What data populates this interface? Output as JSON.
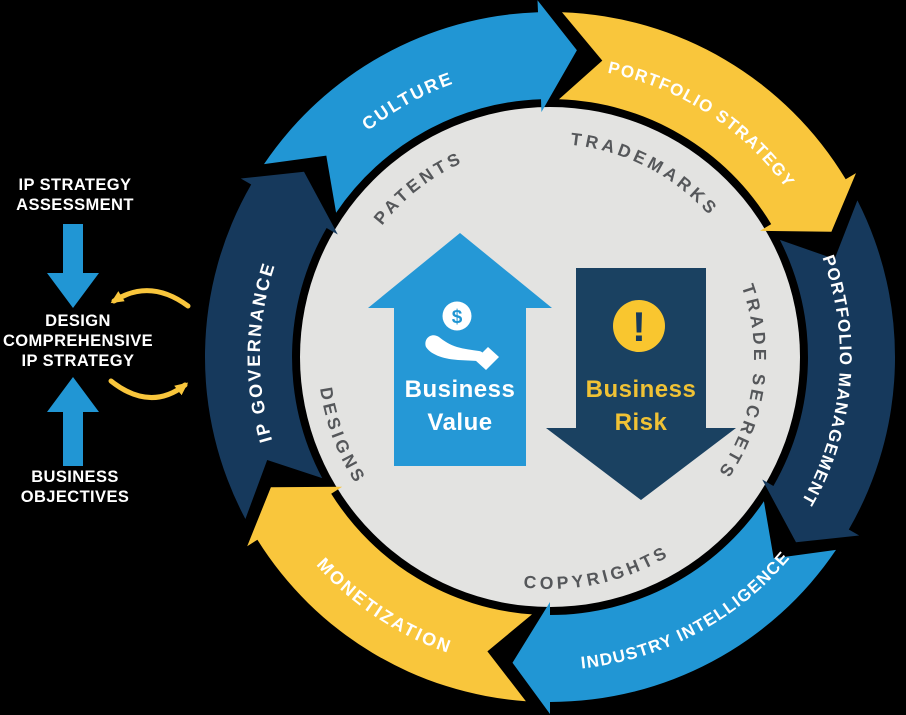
{
  "background": "#000000",
  "colors": {
    "blue": "#2196D4",
    "navy": "#16395C",
    "navy_arrow": "#1A4161",
    "yellow": "#F9C63C",
    "disc_gray": "#E3E3E1",
    "ip_text_gray": "#55575A",
    "white": "#FFFFFF",
    "risk_label_yellow": "#F0C235"
  },
  "left_flow": {
    "step_top": "IP STRATEGY\nASSESSMENT",
    "step_middle": "DESIGN\nCOMPREHENSIVE\nIP STRATEGY",
    "step_bottom": "BUSINESS\nOBJECTIVES"
  },
  "ring": {
    "direction": "clockwise",
    "segments": [
      {
        "label": "CULTURE",
        "color": "#2196D4"
      },
      {
        "label": "PORTFOLIO STRATEGY",
        "color": "#F9C63C"
      },
      {
        "label": "PORTFOLIO MANAGEMENT",
        "color": "#16395C"
      },
      {
        "label": "INDUSTRY INTELLIGENCE",
        "color": "#2196D4"
      },
      {
        "label": "MONETIZATION",
        "color": "#F9C63C"
      },
      {
        "label": "IP GOVERNANCE",
        "color": "#16395C"
      }
    ]
  },
  "ip_types": {
    "patents": "PATENTS",
    "trademarks": "TRADEMARKS",
    "trade_secrets": "TRADE SECRETS",
    "copyrights": "COPYRIGHTS",
    "designs": "DESIGNS"
  },
  "center": {
    "value": {
      "line1": "Business",
      "line2": "Value",
      "symbol": "$"
    },
    "risk": {
      "line1": "Business",
      "line2": "Risk",
      "symbol": "!"
    }
  }
}
